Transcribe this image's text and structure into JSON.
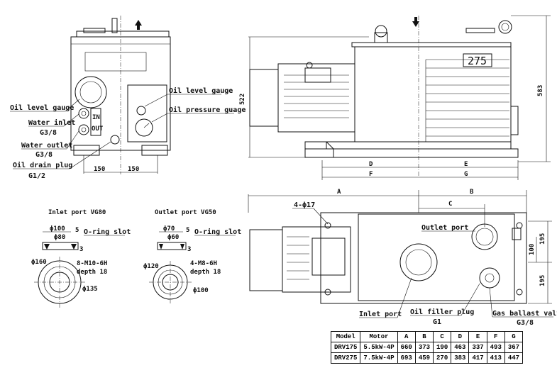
{
  "left_view": {
    "oil_level_gauge_left": "Oil level gauge",
    "water_inlet": "Water inlet",
    "water_inlet_size": "G3/8",
    "water_outlet": "Water outlet",
    "water_outlet_size": "G3/8",
    "oil_drain_plug": "Oil drain plug",
    "oil_drain_size": "G1/2",
    "oil_level_gauge_right": "Oil level gauge",
    "oil_pressure_gauge": "Oil pressure guage",
    "dim_150_a": "150",
    "dim_150_b": "150",
    "badge_in": "IN",
    "badge_out": "OUT"
  },
  "front_view": {
    "model_plate": "275",
    "dim_522": "522",
    "dim_583": "583",
    "dim_D": "D",
    "dim_E": "E",
    "dim_F": "F",
    "dim_G": "G"
  },
  "top_view": {
    "dim_A": "A",
    "dim_B": "B",
    "dim_C": "C",
    "bolts": "4-ϕ17",
    "outlet_port": "Outlet port",
    "inlet_port": "Inlet port",
    "oil_filler_plug": "Oil filler plug",
    "oil_filler_size": "G1",
    "gas_ballast_valve": "Gas ballast valve",
    "gas_ballast_size": "G3/8",
    "dim_100": "100",
    "dim_195_a": "195",
    "dim_195_b": "195"
  },
  "inlet_detail": {
    "title": "Inlet port VG80",
    "d100": "ϕ100",
    "d80": "ϕ80",
    "depth5": "5",
    "depth3": "3",
    "oring": "O-ring slot",
    "d160": "ϕ160",
    "thread": "8-M10-6H",
    "thread_depth": "depth 18",
    "d135": "ϕ135"
  },
  "outlet_detail": {
    "title": "Outlet port VG50",
    "d70": "ϕ70",
    "d60": "ϕ60",
    "depth5": "5",
    "depth3": "3",
    "oring": "O-ring slot",
    "d120": "ϕ120",
    "thread": "4-M8-6H",
    "thread_depth": "depth 18",
    "d100": "ϕ100"
  },
  "table": {
    "headers": [
      "Model",
      "Motor",
      "A",
      "B",
      "C",
      "D",
      "E",
      "F",
      "G"
    ],
    "rows": [
      [
        "DRV175",
        "5.5kW-4P",
        "660",
        "373",
        "190",
        "463",
        "337",
        "493",
        "367"
      ],
      [
        "DRV275",
        "7.5kW-4P",
        "693",
        "459",
        "270",
        "383",
        "417",
        "413",
        "447"
      ]
    ]
  }
}
